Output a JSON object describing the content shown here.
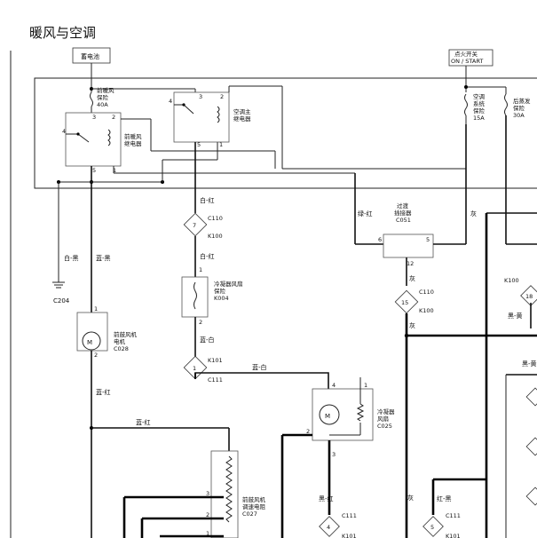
{
  "title": "暖风与空调",
  "components": {
    "battery": "蓄电池",
    "ignition_switch_line1": "点火开关",
    "ignition_switch_line2": "ON / START",
    "front_blower_fuse_l1": "前暖风",
    "front_blower_fuse_l2": "保险",
    "front_blower_fuse_l3": "40A",
    "front_blower_relay_l1": "前暖风",
    "front_blower_relay_l2": "继电器",
    "ac_main_relay_l1": "空调主",
    "ac_main_relay_l2": "继电器",
    "ac_system_fuse_l1": "空调",
    "ac_system_fuse_l2": "系统",
    "ac_system_fuse_l3": "保险",
    "ac_system_fuse_l4": "15A",
    "rear_evap_fuse_l1": "后蒸发",
    "rear_evap_fuse_l2": "保险",
    "rear_evap_fuse_l3": "30A",
    "condenser_fan_fuse_l1": "冷凝器风扇",
    "condenser_fan_fuse_l2": "保险",
    "condenser_fan_fuse_l3": "K004",
    "front_blower_motor_l1": "前鼓风机",
    "front_blower_motor_l2": "电机",
    "front_blower_motor_l3": "C028",
    "condenser_fan_l1": "冷凝器",
    "condenser_fan_l2": "风扇",
    "condenser_fan_l3": "C025",
    "blower_resistor_l1": "前鼓风机",
    "blower_resistor_l2": "调速电阻",
    "blower_resistor_l3": "C027",
    "transition_connector_l1": "过渡",
    "transition_connector_l2": "插接器",
    "transition_connector_l3": "C051",
    "ground": "C204"
  },
  "wire_colors": {
    "white_red": "白-红",
    "white_black": "白-黑",
    "blue_black": "蓝-黑",
    "blue_white": "蓝-白",
    "blue_red": "蓝-红",
    "green_red": "绿-红",
    "gray": "灰",
    "black_red": "黑-红",
    "red_black": "红-黑",
    "black_yellow": "黑-黄",
    "black_partial": "黑-黄"
  },
  "connectors": {
    "c110": "C110",
    "k100": "K100",
    "k101": "K101",
    "c111": "C111",
    "n7": "7",
    "n1": "1",
    "n15": "15",
    "n18": "18",
    "n4": "4",
    "n5": "5"
  },
  "pins": {
    "p1": "1",
    "p2": "2",
    "p3": "3",
    "p4": "4",
    "p5": "5",
    "p6": "6",
    "p12": "12"
  }
}
